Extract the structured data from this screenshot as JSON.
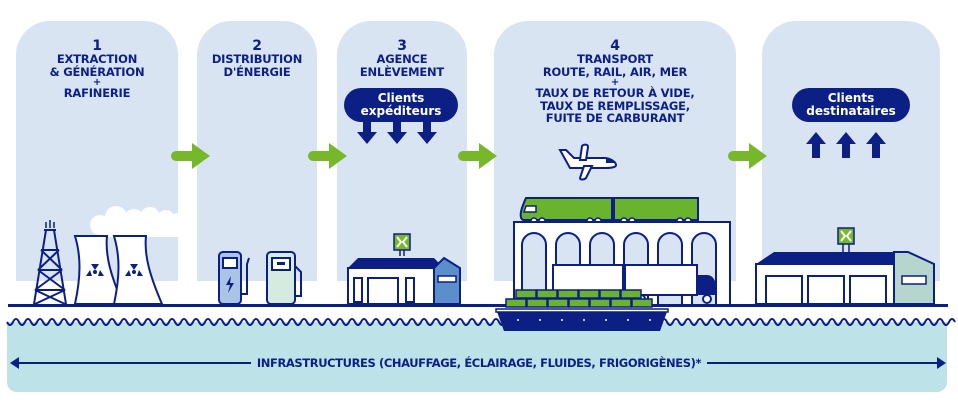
{
  "colors": {
    "navy": "#0c1f85",
    "panel_bg": "#d9e4f2",
    "green_arrow": "#76b82a",
    "water": "#bde2e8",
    "blue_building": "#5b8ecb",
    "mint_building": "#b5d5cd",
    "charger_fill": "#a9c4e4",
    "pump_fill": "#d6ebdf",
    "train_green": "#6ab42d"
  },
  "steps": [
    {
      "number": "1",
      "lines": [
        "EXTRACTION",
        "& GÉNÉRATION"
      ],
      "plus": "+",
      "extra": [
        "RAFINERIE"
      ]
    },
    {
      "number": "2",
      "lines": [
        "DISTRIBUTION",
        "D'ÉNERGIE"
      ]
    },
    {
      "number": "3",
      "lines": [
        "AGENCE",
        "ENLÈVEMENT"
      ],
      "pill": [
        "Clients",
        "expéditeurs"
      ]
    },
    {
      "number": "4",
      "lines": [
        "TRANSPORT",
        "ROUTE, RAIL, AIR, MER"
      ],
      "plus": "+",
      "extra": [
        "TAUX DE RETOUR À VIDE,",
        "TAUX DE REMPLISSAGE,",
        "FUITE DE CARBURANT"
      ]
    },
    {
      "pill": [
        "Clients",
        "destinataires"
      ]
    }
  ],
  "infrastructure_label": "INFRASTRUCTURES (CHAUFFAGE, ÉCLAIRAGE, FLUIDES, FRIGORIGÈNES)*",
  "icons": [
    "oil-derrick-icon",
    "cooling-tower-icon",
    "radiation-icon",
    "ev-charger-icon",
    "fuel-pump-icon",
    "warehouse-icon",
    "airplane-icon",
    "train-icon",
    "viaduct-icon",
    "truck-icon",
    "cargo-ship-icon",
    "arrow-right-icon",
    "arrow-down-icon",
    "arrow-up-icon"
  ]
}
